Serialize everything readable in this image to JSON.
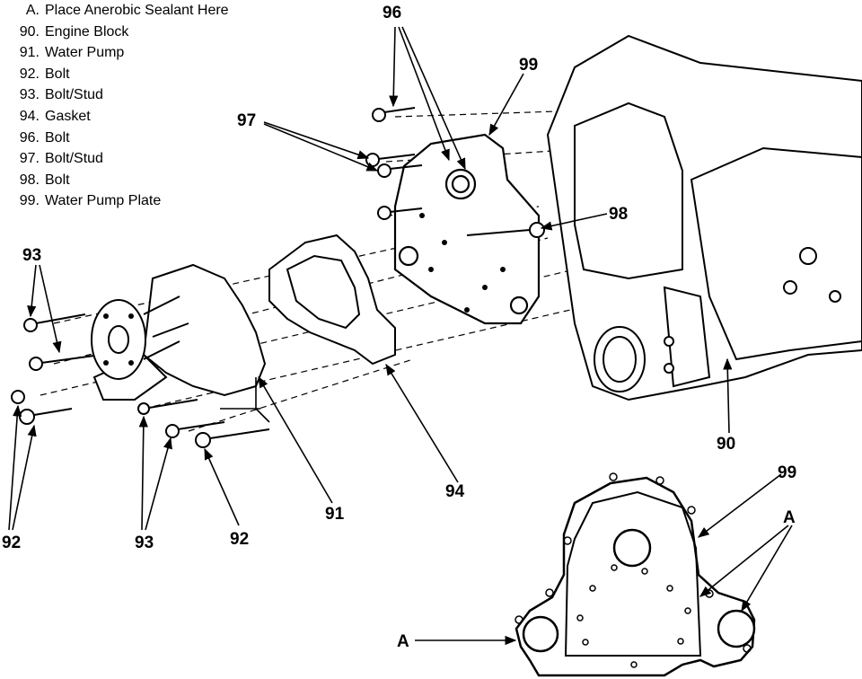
{
  "legend": [
    {
      "key": "A.",
      "label": "Place Anerobic Sealant Here"
    },
    {
      "key": "90.",
      "label": "Engine Block"
    },
    {
      "key": "91.",
      "label": "Water Pump"
    },
    {
      "key": "92.",
      "label": "Bolt"
    },
    {
      "key": "93.",
      "label": "Bolt/Stud"
    },
    {
      "key": "94.",
      "label": "Gasket"
    },
    {
      "key": "96.",
      "label": "Bolt"
    },
    {
      "key": "97.",
      "label": "Bolt/Stud"
    },
    {
      "key": "98.",
      "label": "Bolt"
    },
    {
      "key": "99.",
      "label": "Water Pump Plate"
    }
  ],
  "callouts": {
    "c96": "96",
    "c99_top": "99",
    "c97": "97",
    "c98": "98",
    "c93_left": "93",
    "c90": "90",
    "c94": "94",
    "c91": "91",
    "c92_left": "92",
    "c93_bottom": "93",
    "c92_bottom": "92",
    "c99_inset": "99",
    "cA_right": "A",
    "cA_left": "A"
  }
}
